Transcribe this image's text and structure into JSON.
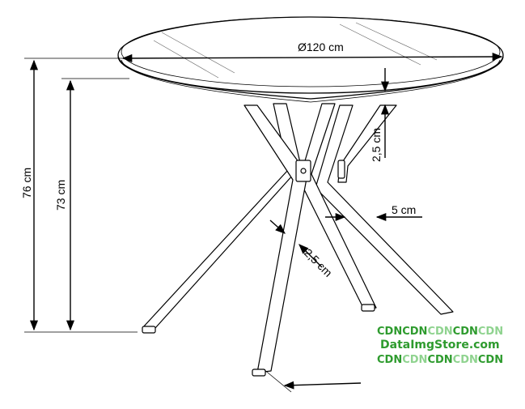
{
  "labels": {
    "diameter": "Ø120 cm",
    "total_height": "76 cm",
    "leg_height": "73 cm",
    "top_thickness": "2,5 cm",
    "leg_width": "5 cm",
    "leg_depth": "2,5 cm"
  },
  "watermark": {
    "line1": [
      "CDN",
      "CDN",
      "CDN",
      "CDN",
      "CDN"
    ],
    "line2": "DataImgStore.com",
    "line3": [
      "CDN",
      "CDN",
      "CDN",
      "CDN",
      "CDN"
    ]
  },
  "colors": {
    "stroke": "#000000",
    "dark_green": "#2e9b2e",
    "light_green": "#8fd38f"
  }
}
